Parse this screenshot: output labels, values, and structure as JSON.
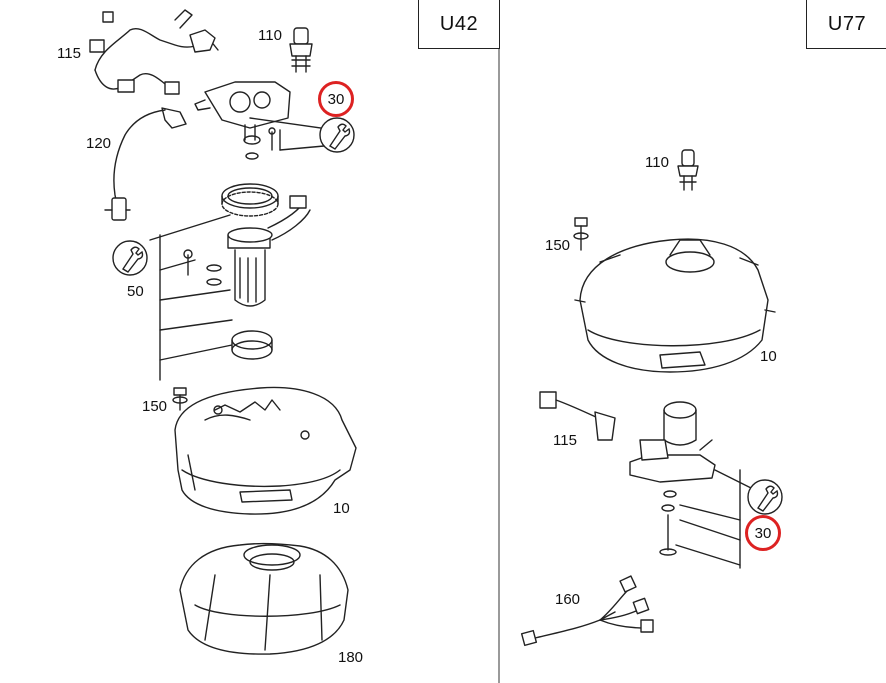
{
  "panels": {
    "left": {
      "variant": "U42",
      "callouts": {
        "c115": "115",
        "c110": "110",
        "c30": "30",
        "c120": "120",
        "c50": "50",
        "c150": "150",
        "c10": "10",
        "c180": "180"
      }
    },
    "right": {
      "variant": "U77",
      "callouts": {
        "c110": "110",
        "c150": "150",
        "c10": "10",
        "c115": "115",
        "c30": "30",
        "c160": "160"
      }
    }
  },
  "icons": [
    "wrench-icon"
  ],
  "colors": {
    "highlight": "#dd2222",
    "line": "#222222",
    "divider": "#9a9a9a"
  }
}
